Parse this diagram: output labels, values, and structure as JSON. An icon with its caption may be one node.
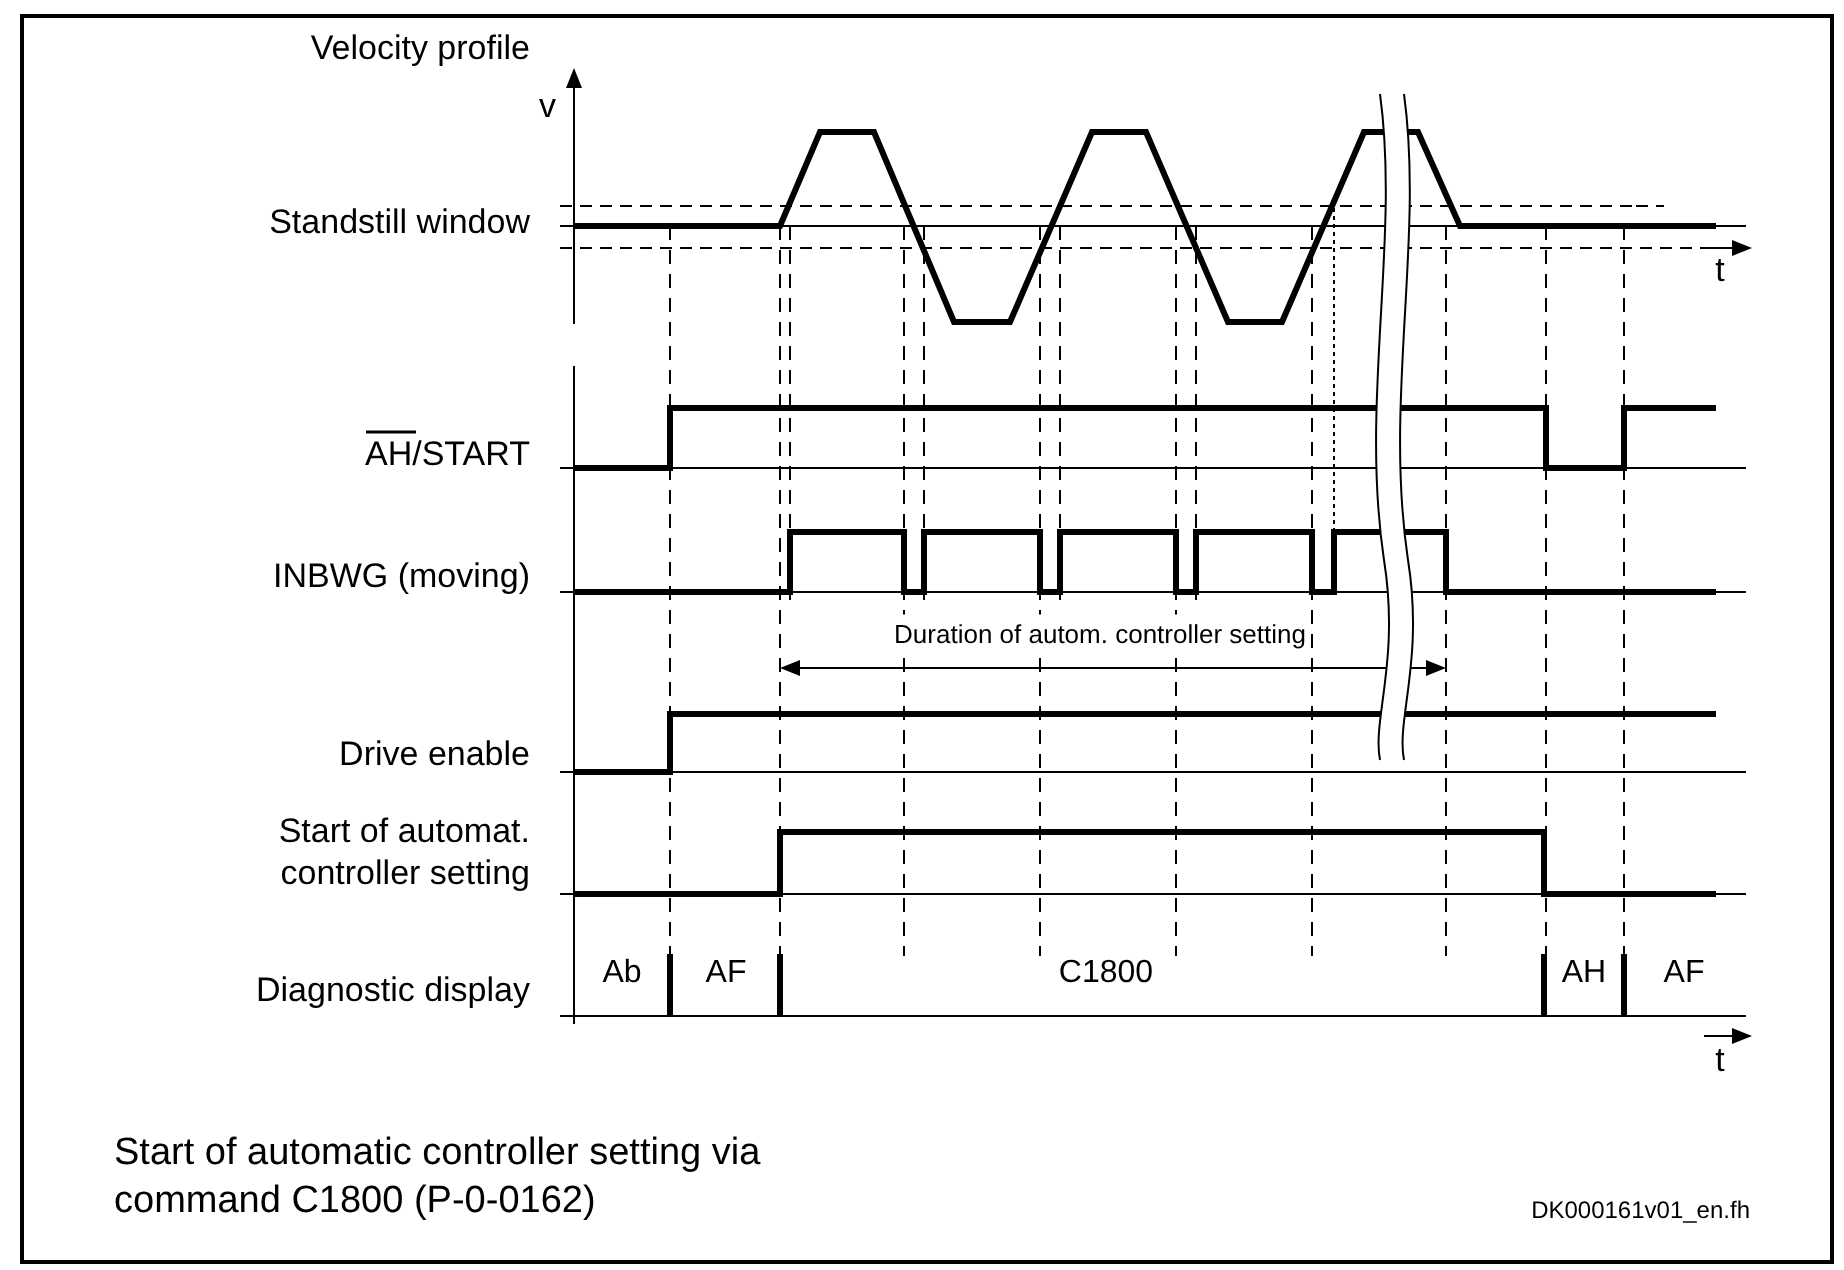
{
  "diagram": {
    "caption": "Start of automatic controller setting via command C1800 (P-0-0162)",
    "labels": [
      "Velocity profile",
      "v",
      "Standstill window",
      "t",
      "AH/START",
      "INBWG (moving)",
      "Duration of autom. controller setting",
      "Drive enable",
      "Start of automat. controller setting",
      "Diagnostic display",
      "Ab",
      "AF",
      "C1800",
      "AH",
      "AF",
      "t",
      "DK000161v01_en.fh"
    ]
  }
}
